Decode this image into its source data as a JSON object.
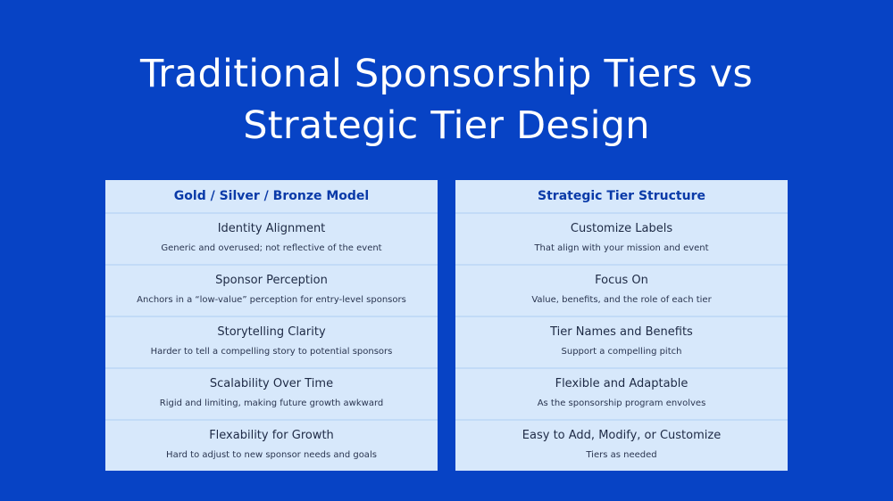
{
  "title": {
    "line1": "Traditional Sponsorship Tiers vs",
    "line2": "Strategic Tier Design"
  },
  "left": {
    "header": "Gold / Silver / Bronze Model",
    "rows": [
      {
        "title": "Identity Alignment",
        "desc": "Generic and overused; not reflective of the event"
      },
      {
        "title": "Sponsor Perception",
        "desc": "Anchors in a “low-value” perception for entry-level sponsors"
      },
      {
        "title": "Storytelling Clarity",
        "desc": "Harder to tell a compelling story to potential sponsors"
      },
      {
        "title": "Scalability Over Time",
        "desc": "Rigid and limiting, making future growth awkward"
      },
      {
        "title": "Flexability for Growth",
        "desc": "Hard to adjust to new sponsor needs and goals"
      }
    ]
  },
  "right": {
    "header": "Strategic Tier Structure",
    "rows": [
      {
        "title": "Customize Labels",
        "desc": "That align with your mission and event"
      },
      {
        "title": "Focus On",
        "desc": "Value, benefits, and the role of each tier"
      },
      {
        "title": "Tier Names and Benefits",
        "desc": "Support a compelling pitch"
      },
      {
        "title": "Flexible and Adaptable",
        "desc": "As the sponsorship program envolves"
      },
      {
        "title": "Easy to Add, Modify, or Customize",
        "desc": "Tiers as needed"
      }
    ]
  },
  "colors": {
    "background": "#0743c5",
    "header_text": "#0a3aa8",
    "cell_fill": "#d7e8fb"
  }
}
